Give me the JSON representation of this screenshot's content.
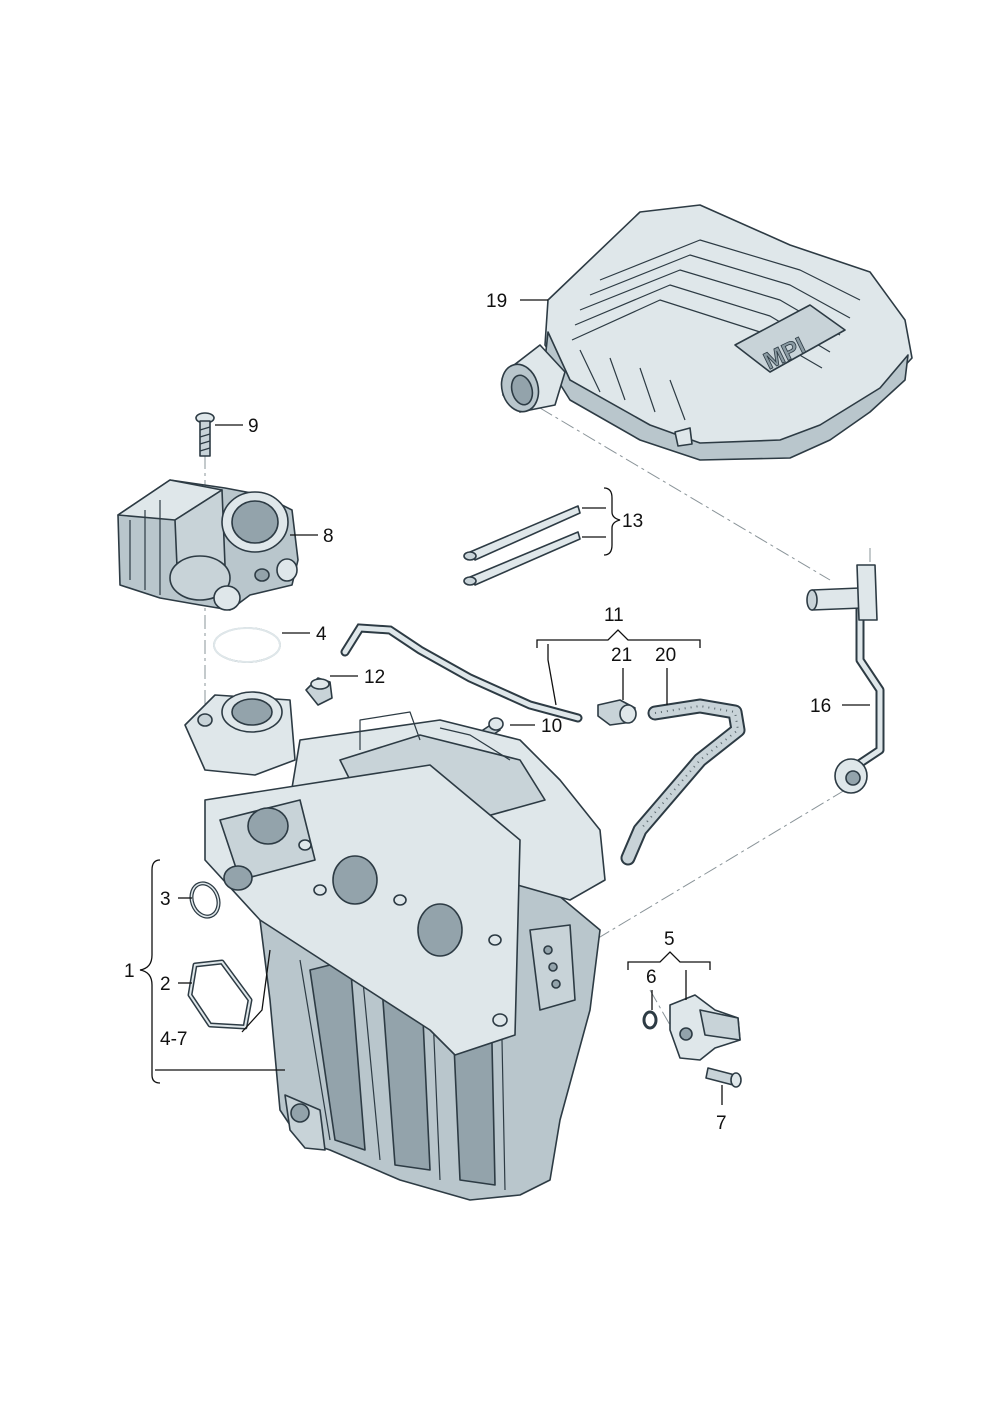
{
  "callouts": {
    "c1": "1",
    "c2": "2",
    "c3": "3",
    "c4": "4",
    "c4_7": "4-7",
    "c5": "5",
    "c6": "6",
    "c7": "7",
    "c8": "8",
    "c9": "9",
    "c10": "10",
    "c11": "11",
    "c12": "12",
    "c13": "13",
    "c16": "16",
    "c19": "19",
    "c20": "20",
    "c21": "21"
  },
  "emblem": {
    "text": "MPI"
  },
  "colors": {
    "part_fill": "#dfe7ea",
    "part_shade": "#b9c6cc",
    "part_dark": "#93a3ab",
    "outline": "#2d3b44",
    "hose_dots": "#5d6a70"
  }
}
